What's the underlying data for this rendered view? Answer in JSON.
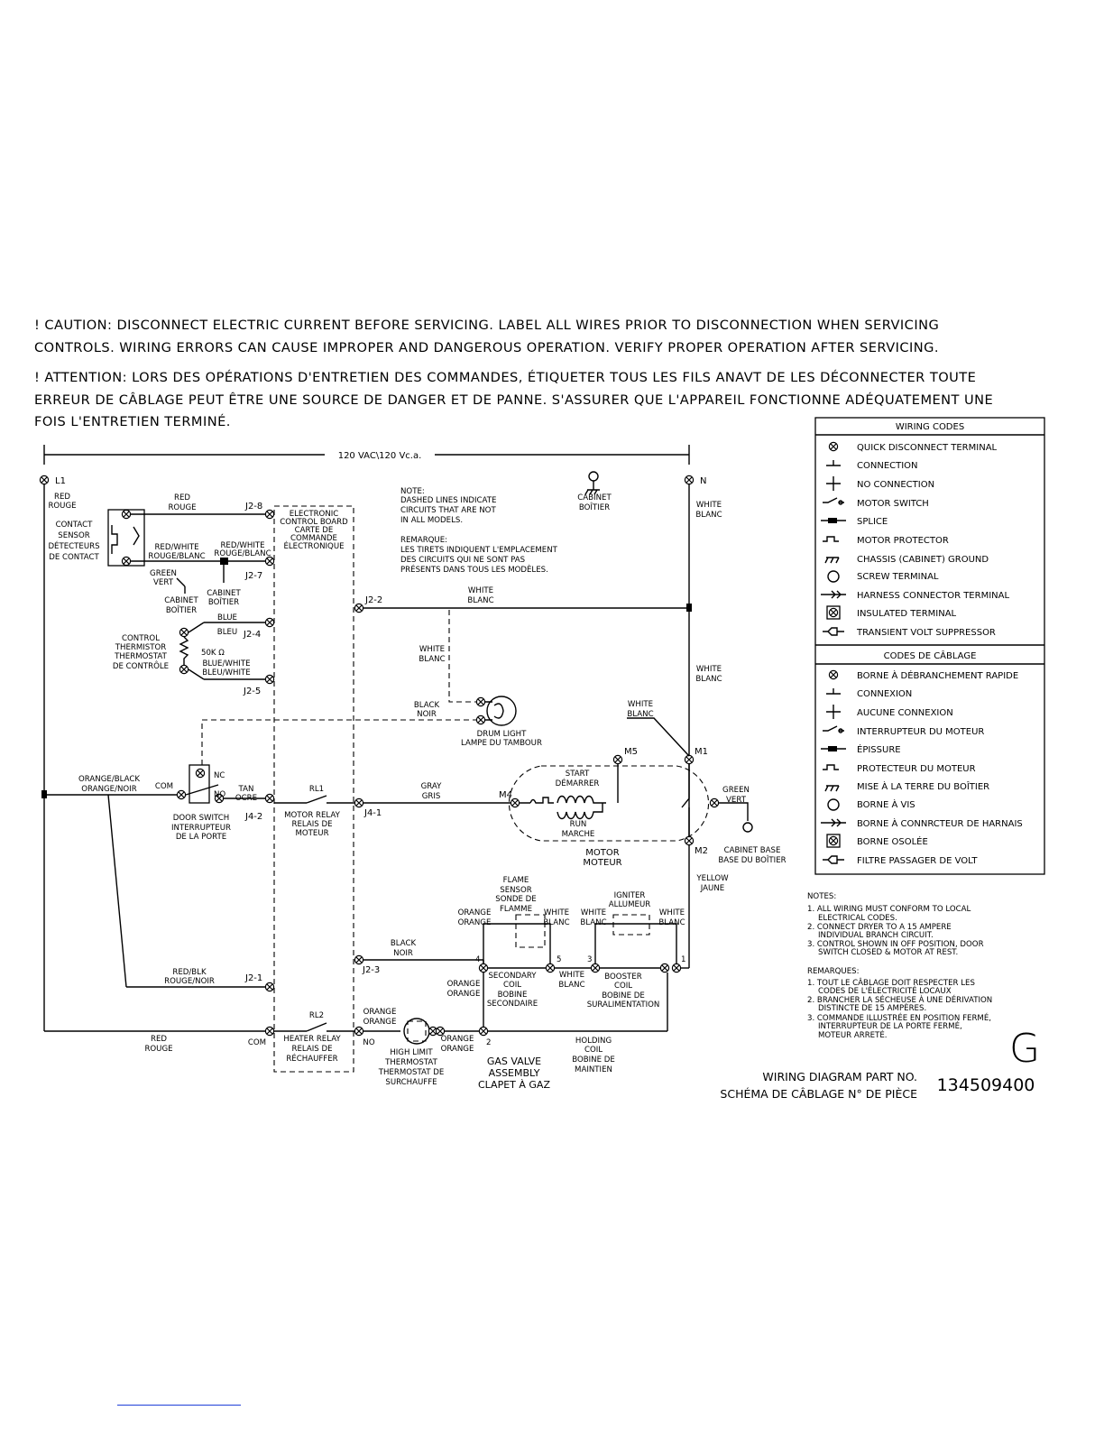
{
  "caution_en": "! CAUTION: DISCONNECT ELECTRIC CURRENT BEFORE SERVICING. LABEL ALL WIRES PRIOR TO DISCONNECTION WHEN SERVICING CONTROLS. WIRING ERRORS CAN CAUSE IMPROPER AND DANGEROUS OPERATION. VERIFY PROPER OPERATION AFTER SERVICING.",
  "caution_fr": "! ATTENTION: LORS DES OPÉRATIONS D'ENTRETIEN DES COMMANDES, ÉTIQUETER TOUS LES FILS ANAVT DE LES DÉCONNECTER TOUTE ERREUR DE CÂBLAGE PEUT ÊTRE UNE SOURCE DE DANGER ET DE PANNE. S'ASSURER QUE L'APPAREIL FONCTIONNE ADÉQUATEMENT UNE FOIS L'ENTRETIEN TERMINÉ.",
  "voltage": "120 VAC\\120 Vc.a.",
  "l1": "L1",
  "n": "N",
  "note": [
    "NOTE:",
    "DASHED LINES INDICATE",
    "CIRCUITS THAT ARE NOT",
    "IN ALL MODELS."
  ],
  "remarque": [
    "REMARQUE:",
    "LES TIRETS INDIQUENT L'EMPLACEMENT",
    "DES CIRCUITS QUI NE SONT PAS",
    "PRÉSENTS DANS TOUS LES MODÈLES."
  ],
  "cabinet_top": [
    "CABINET",
    "BOÎTIER"
  ],
  "white_blanc": [
    "WHITE",
    "BLANC"
  ],
  "red_rouge": [
    "RED",
    "ROUGE"
  ],
  "contact_sensor": [
    "CONTACT",
    "SENSOR",
    "DÉTECTEURS",
    "DE CONTACT"
  ],
  "red_white_1": [
    "RED/WHITE",
    "ROUGE/BLANC"
  ],
  "red_white_2": [
    "RED/WHITE",
    "ROUGE/BLANC"
  ],
  "green_vert": [
    "GREEN",
    "VERT"
  ],
  "cabinet_boitier_1": [
    "CABINET",
    "BOÎTIER"
  ],
  "cabinet_boitier_2": [
    "CABINET",
    "BOÎTIER"
  ],
  "ecb": [
    "ELECTRONIC",
    "CONTROL BOARD",
    "CARTE DE",
    "COMMANDE",
    "ÉLECTRONIQUE"
  ],
  "j": {
    "j28": "J2-8",
    "j27": "J2-7",
    "j24": "J2-4",
    "j25": "J2-5",
    "j22": "J2-2",
    "j42": "J4-2",
    "j41": "J4-1",
    "j23": "J2-3",
    "j21": "J2-1"
  },
  "blue_bleu": [
    "BLUE",
    "BLEU"
  ],
  "control_thermistor": [
    "CONTROL",
    "THERMISTOR",
    "THERMOSTAT",
    "DE CONTRÔLE"
  ],
  "ohm": "50K Ω",
  "blue_white": [
    "BLUE/WHITE",
    "BLEU/WHITE"
  ],
  "black_noir": [
    "BLACK",
    "NOIR"
  ],
  "drum_light": [
    "DRUM LIGHT",
    "LAMPE DU TAMBOUR"
  ],
  "orange_black": [
    "ORANGE/BLACK",
    "ORANGE/NOIR"
  ],
  "com": "COM",
  "nc": "NC",
  "no": "NO",
  "tan_ocre": [
    "TAN",
    "OCRE"
  ],
  "door_switch": [
    "DOOR SWITCH",
    "INTERRUPTEUR",
    "DE LA PORTE"
  ],
  "rl1": "RL1",
  "motor_relay": [
    "MOTOR RELAY",
    "RELAIS DE",
    "MOTEUR"
  ],
  "gray_gris": [
    "GRAY",
    "GRIS"
  ],
  "motor_terms": {
    "m1": "M1",
    "m2": "M2",
    "m4": "M4",
    "m5": "M5"
  },
  "start": [
    "START",
    "DÉMARRER"
  ],
  "run": [
    "RUN",
    "MARCHE"
  ],
  "motor_label": [
    "MOTOR",
    "MOTEUR"
  ],
  "cabinet_base": [
    "CABINET BASE",
    "BASE DU BOÎTIER"
  ],
  "yellow_jaune": [
    "YELLOW",
    "JAUNE"
  ],
  "flame_sensor": [
    "FLAME",
    "SENSOR",
    "SONDE DE",
    "FLAMME"
  ],
  "igniter": [
    "IGNITER",
    "ALLUMEUR"
  ],
  "orange_orange": [
    "ORANGE",
    "ORANGE"
  ],
  "valve_nums": {
    "n1": "1",
    "n2": "2",
    "n3": "3",
    "n4": "4",
    "n5": "5"
  },
  "secondary_coil": [
    "SECONDARY",
    "COIL",
    "BOBINE",
    "SECONDAIRE"
  ],
  "booster_coil": [
    "BOOSTER",
    "COIL",
    "BOBINE DE",
    "SURALIMENTATION"
  ],
  "holding_coil": [
    "HOLDING",
    "COIL",
    "BOBINE DE",
    "MAINTIEN"
  ],
  "red_blk": [
    "RED/BLK",
    "ROUGE/NOIR"
  ],
  "rl2": "RL2",
  "heater_relay": [
    "HEATER RELAY",
    "RELAIS DE",
    "RÉCHAUFFER"
  ],
  "high_limit": [
    "HIGH LIMIT",
    "THERMOSTAT",
    "THERMOSTAT DE",
    "SURCHAUFFE"
  ],
  "gas_valve": [
    "GAS VALVE",
    "ASSEMBLY",
    "CLAPET À GAZ"
  ],
  "wiring_codes": {
    "title_en": "WIRING CODES",
    "title_fr": "CODES DE CÂBLAGE",
    "items_en": [
      "QUICK DISCONNECT TERMINAL",
      "CONNECTION",
      "NO CONNECTION",
      "MOTOR SWITCH",
      "SPLICE",
      "MOTOR PROTECTOR",
      "CHASSIS (CABINET) GROUND",
      "SCREW TERMINAL",
      "HARNESS CONNECTOR TERMINAL",
      "INSULATED TERMINAL",
      "TRANSIENT VOLT SUPPRESSOR"
    ],
    "items_fr": [
      "BORNE À DÉBRANCHEMENT RAPIDE",
      "CONNEXION",
      "AUCUNE CONNEXION",
      "INTERRUPTEUR DU MOTEUR",
      "ÉPISSURE",
      "PROTECTEUR DU MOTEUR",
      "MISE À LA TERRE DU BOÎTIER",
      "BORNE À VIS",
      "BORNE À CONNRCTEUR DE HARNAIS",
      "BORNE OSOLÉE",
      "FILTRE PASSAGER DE VOLT"
    ]
  },
  "notes_en": [
    "NOTES:",
    "1. ALL WIRING MUST CONFORM TO LOCAL",
    "ELECTRICAL CODES.",
    "2. CONNECT DRYER TO A 15 AMPERE",
    "INDIVIDUAL BRANCH CIRCUIT.",
    "3. CONTROL SHOWN IN OFF POSITION, DOOR",
    "SWITCH CLOSED & MOTOR AT REST."
  ],
  "notes_fr": [
    "REMARQUES:",
    "1. TOUT LE CÂBLAGE DOIT RESPECTER LES",
    "CODES DE L'ÉLECTRICITÉ LOCAUX",
    "2. BRANCHER LA SÉCHEUSE À UNE DÉRIVATION",
    "DISTINCTE DE 15 AMPÈRES.",
    "3. COMMANDE ILLUSTRÉE EN POSITION FERMÉ,",
    "INTERRUPTEUR DE LA PORTE FERMÉ,",
    "MOTEUR ARRETÉ."
  ],
  "revision": "G",
  "part_label": [
    "WIRING DIAGRAM PART NO.",
    "SCHÉMA DE CÂBLAGE N° DE PIÈCE"
  ],
  "part_number": "134509400"
}
